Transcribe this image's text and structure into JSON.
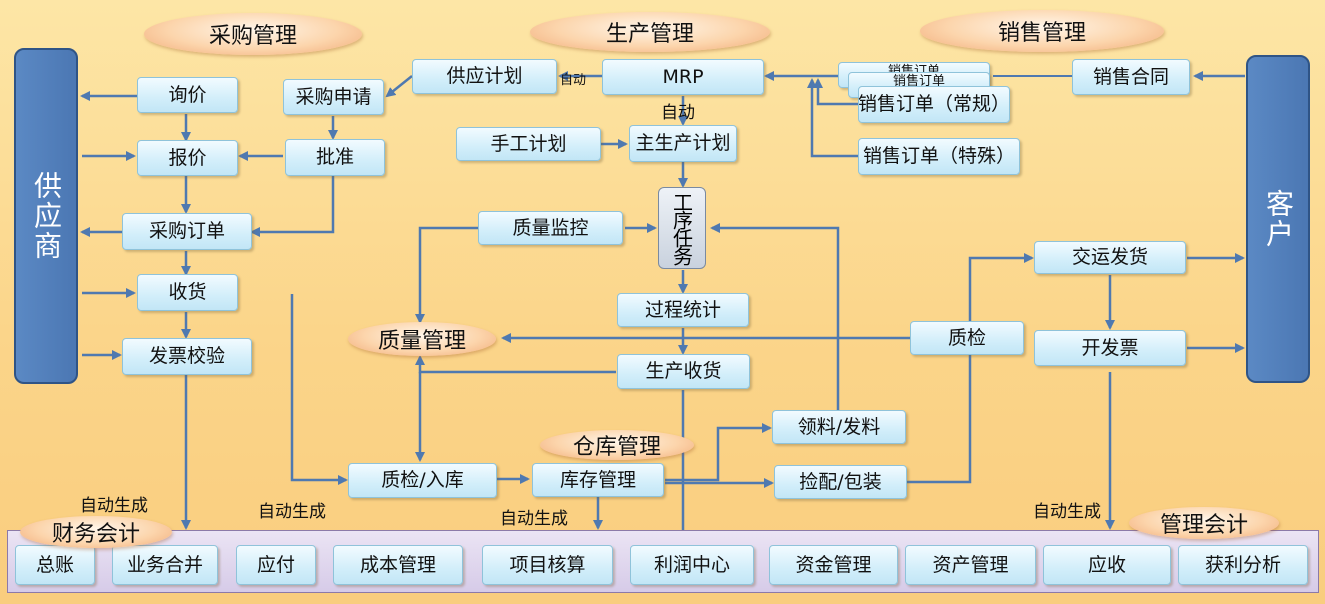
{
  "side": {
    "supplier": "供应商",
    "customer": "客户"
  },
  "ovals": {
    "purchase_mgmt": "采购管理",
    "production_mgmt": "生产管理",
    "sales_mgmt": "销售管理",
    "quality_mgmt": "质量管理",
    "warehouse_mgmt": "仓库管理",
    "finance_accounting": "财务会计",
    "management_accounting": "管理会计"
  },
  "purchase": {
    "inquiry": "询价",
    "quote": "报价",
    "purchase_order": "采购订单",
    "receiving": "收货",
    "invoice_check": "发票校验",
    "purchase_request": "采购申请",
    "approve": "批准"
  },
  "production": {
    "supply_plan": "供应计划",
    "mrp": "MRP",
    "manual_plan": "手工计划",
    "master_plan": "主生产计划",
    "process_task": "工序任务",
    "quality_monitor": "质量监控",
    "process_stats": "过程统计",
    "production_receipt": "生产收货"
  },
  "sales": {
    "sales_order_stack_1": "销售订单",
    "sales_order_stack_2": "销售订单",
    "sales_order_regular": "销售订单（常规）",
    "sales_order_special": "销售订单（特殊）",
    "sales_contract": "销售合同",
    "delivery": "交运发货",
    "invoicing": "开发票",
    "qc": "质检"
  },
  "warehouse": {
    "qc_inbound": "质检/入库",
    "inventory_mgmt": "库存管理",
    "material_issue": "领料/发料",
    "pick_pack": "捡配/包装"
  },
  "labels": {
    "auto_small": "自动",
    "auto_mrp": "自动",
    "auto_gen_1": "自动生成",
    "auto_gen_2": "自动生成",
    "auto_gen_3": "自动生成",
    "auto_gen_4": "自动生成"
  },
  "finance_modules": [
    "总账",
    "业务合并",
    "应付",
    "成本管理",
    "项目核算",
    "利润中心",
    "资金管理",
    "资产管理",
    "应收",
    "获利分析"
  ],
  "colors": {
    "arrow": "#4f79b0",
    "box_fill": "#d2eefa",
    "side_fill": "#4b77b3",
    "oval_fill": "#fcd5ac",
    "background": "#fbd58a"
  }
}
